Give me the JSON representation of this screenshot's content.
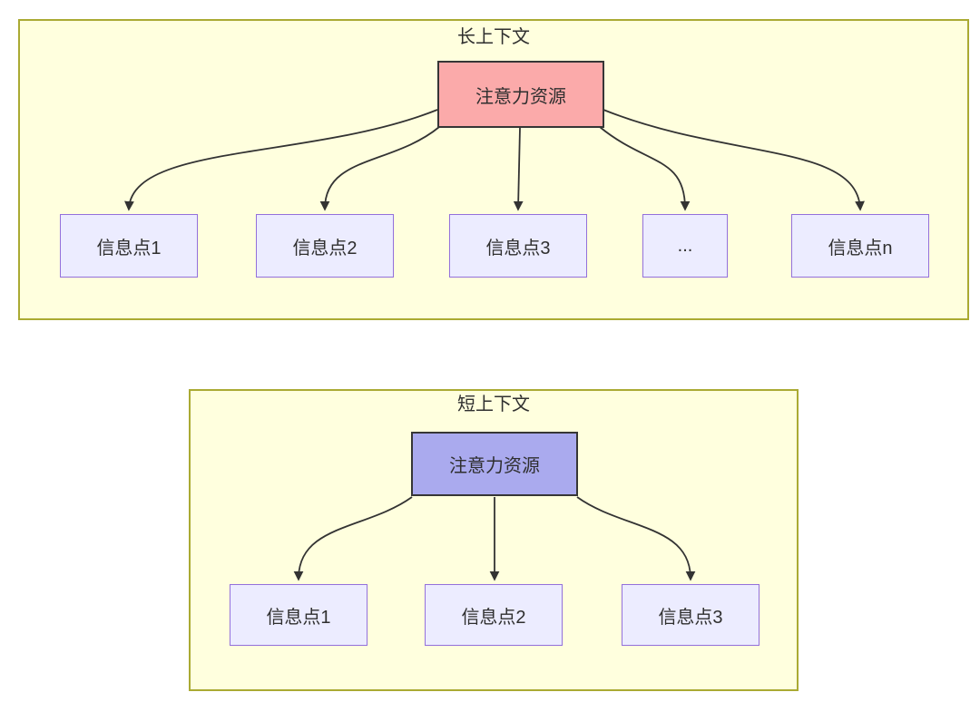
{
  "diagram": {
    "panels": [
      {
        "title": "长上下文",
        "source": {
          "label": "注意力资源",
          "fill": "#fbaaaa"
        },
        "nodes": [
          {
            "label": "信息点1"
          },
          {
            "label": "信息点2"
          },
          {
            "label": "信息点3"
          },
          {
            "label": "..."
          },
          {
            "label": "信息点n"
          }
        ]
      },
      {
        "title": "短上下文",
        "source": {
          "label": "注意力资源",
          "fill": "#aaaaee"
        },
        "nodes": [
          {
            "label": "信息点1"
          },
          {
            "label": "信息点2"
          },
          {
            "label": "信息点3"
          }
        ]
      }
    ],
    "colors": {
      "panel_fill": "#ffffde",
      "panel_border": "#aaaa33",
      "long_source_fill": "#fbaaaa",
      "short_source_fill": "#aaaaee",
      "node_fill": "#ececff",
      "node_border": "#9370db",
      "edge": "#333333",
      "text": "#2f2f2f"
    }
  }
}
